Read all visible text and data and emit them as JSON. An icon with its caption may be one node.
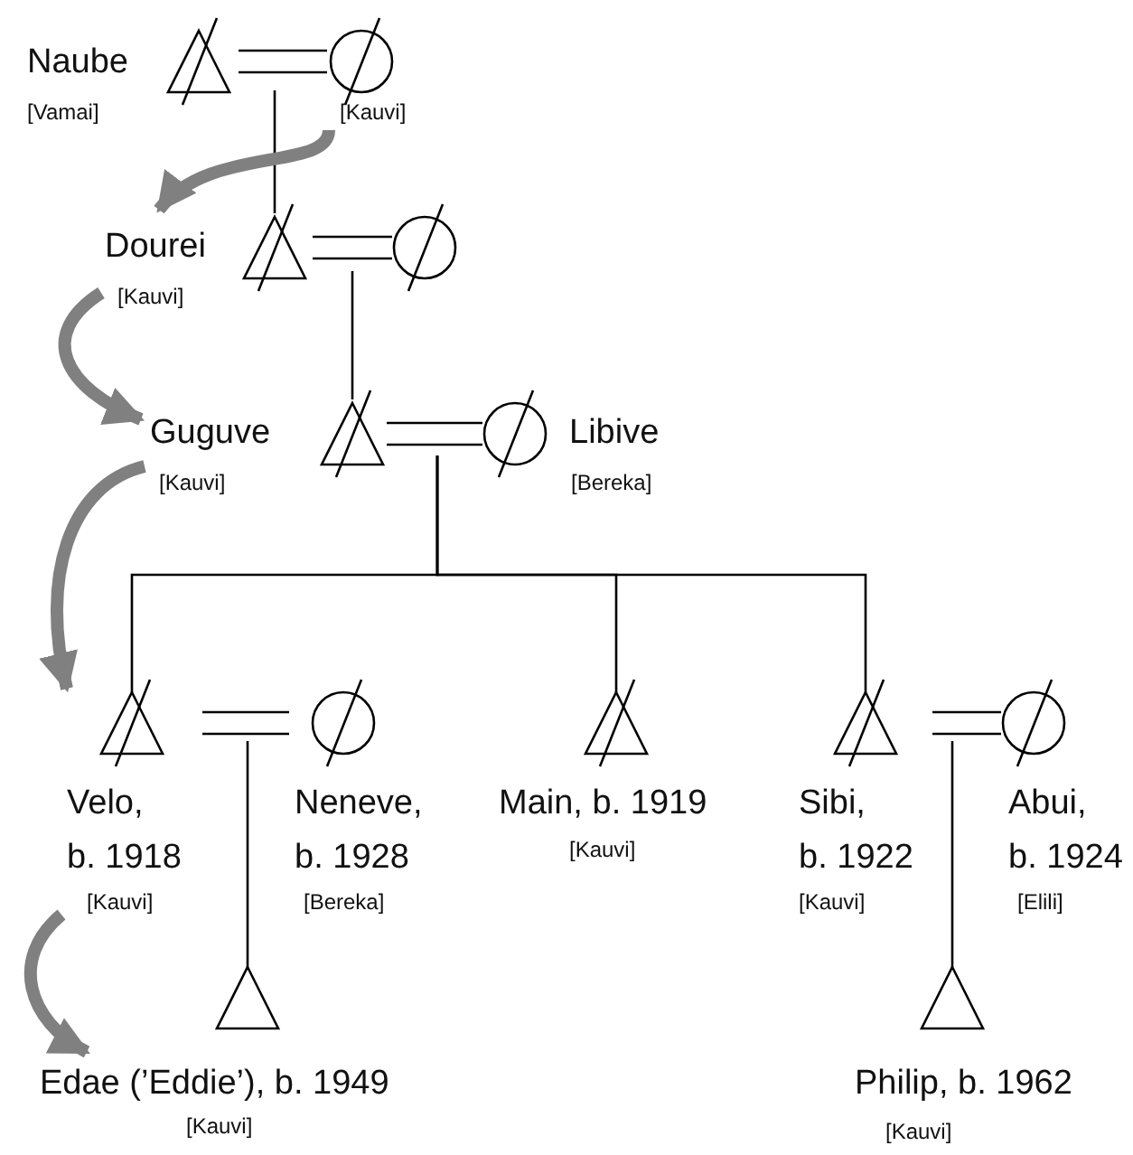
{
  "diagram": {
    "nodes": [
      {
        "text": [],
        "shape": "triangle",
        "beside": [
          "Naube",
          "[Vamai]"
        ]
      },
      {
        "text": [],
        "shape": "circle",
        "beside": [
          "[Kauvi]"
        ]
      },
      {
        "text": [],
        "shape": "triangle",
        "beside": [
          "Dourei",
          "[Kauvi]"
        ]
      },
      {
        "text": [],
        "shape": "circle"
      },
      {
        "text": [],
        "shape": "triangle",
        "beside": [
          "Guguve",
          "[Kauvi]"
        ]
      },
      {
        "text": [],
        "shape": "circle",
        "beside": [
          "Libive",
          "[Bereka]"
        ]
      },
      {
        "text": [],
        "shape": "triangle",
        "beside": [
          "Velo, b. 1918",
          "[Kauvi]"
        ]
      },
      {
        "text": [],
        "shape": "circle",
        "beside": [
          "Neneve, b. 1928",
          "[Bereka]"
        ]
      },
      {
        "text": [],
        "shape": "triangle",
        "beside": [
          "Main, b. 1919",
          "[Kauvi]"
        ]
      },
      {
        "text": [],
        "shape": "triangle",
        "beside": [
          "Sibi, b. 1922",
          "[Kauvi]"
        ]
      },
      {
        "text": [],
        "shape": "circle",
        "beside": [
          "Abui, b. 1924",
          "[Elili]"
        ]
      },
      {
        "text": [],
        "shape": "triangle",
        "beside": [
          "Edae (’Eddie’), b. 1949",
          "[Kauvi]"
        ]
      },
      {
        "text": [],
        "shape": "triangle",
        "beside": [
          "Philip, b. 1962",
          "[Kauvi]"
        ]
      }
    ],
    "edges": [
      {
        "from": 0,
        "to": 1,
        "arrow": "none"
      },
      {
        "from": null,
        "to": 2,
        "arrow": "none"
      },
      {
        "from": 2,
        "to": 3,
        "arrow": "none"
      },
      {
        "from": null,
        "to": 4,
        "arrow": "none"
      },
      {
        "from": 4,
        "to": 5,
        "arrow": "none"
      },
      {
        "from": null,
        "to": 6,
        "arrow": "none"
      },
      {
        "from": null,
        "to": 8,
        "arrow": "none"
      },
      {
        "from": null,
        "to": 9,
        "arrow": "none"
      },
      {
        "from": 6,
        "to": 7,
        "arrow": "none"
      },
      {
        "from": 9,
        "to": 10,
        "arrow": "none"
      },
      {
        "from": null,
        "to": 11,
        "arrow": "none"
      },
      {
        "from": null,
        "to": 12,
        "arrow": "none"
      },
      {
        "from": 1,
        "to": 2,
        "arrow": "to",
        "style": "thick",
        "color": "#808080"
      },
      {
        "from": 2,
        "to": 4,
        "arrow": "to",
        "style": "thick",
        "color": "#808080"
      },
      {
        "from": 4,
        "to": 6,
        "arrow": "to",
        "style": "thick",
        "color": "#808080"
      },
      {
        "from": 6,
        "to": 11,
        "arrow": "to",
        "style": "thick",
        "color": "#808080"
      }
    ]
  }
}
